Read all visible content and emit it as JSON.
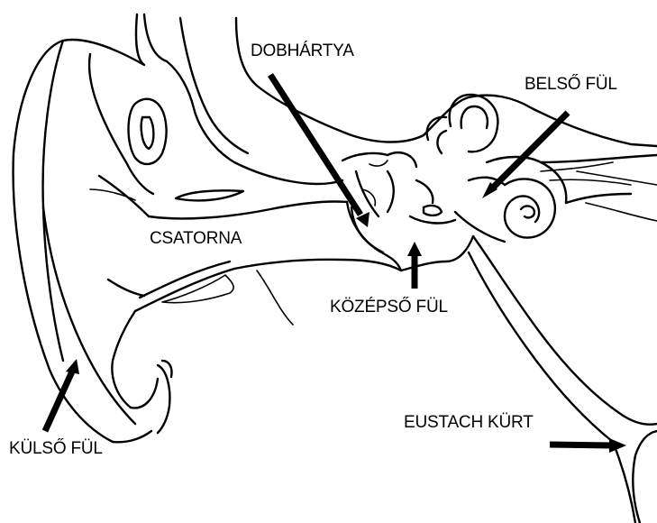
{
  "labels": {
    "eardrum": "DOBHÁRTYA",
    "inner_ear": "BELSŐ FÜL",
    "canal": "CSATORNA",
    "middle_ear": "KÖZÉPSŐ FÜL",
    "eustachian_tube": "EUSTACH KÜRT",
    "outer_ear": "KÜLSŐ FÜL"
  },
  "colors": {
    "ink": "#000000",
    "background": "#ffffff"
  }
}
